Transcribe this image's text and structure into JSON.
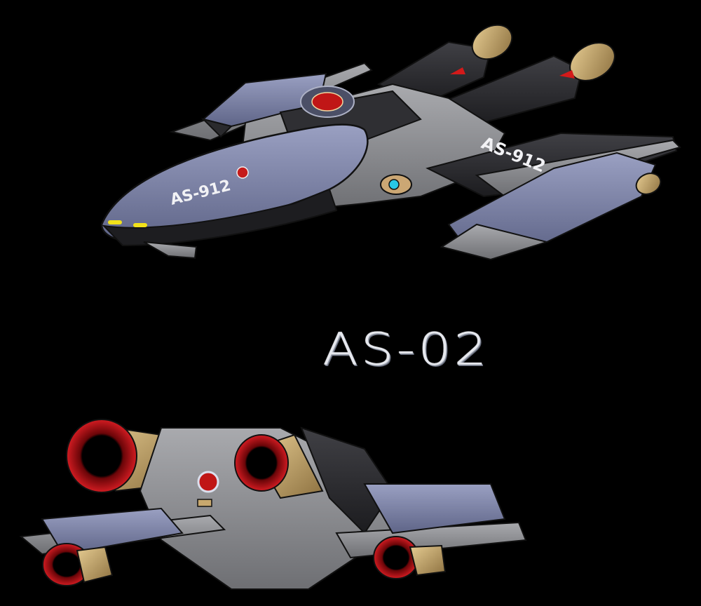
{
  "title": "AS-02",
  "hull_label_nose": "AS-912",
  "hull_label_wing": "AS-912",
  "colors": {
    "background": "#000000",
    "hull_blue": "#7c82a6",
    "hull_grey": "#8e8f93",
    "dark_panel": "#2b2b2e",
    "engine_gold": "#c8a86e",
    "engine_red": "#b10d12",
    "running_light": "#f2e21a",
    "sensor_cyan": "#27c8e6"
  },
  "icons": [
    "insignia-emblem",
    "cockpit-sensor"
  ]
}
